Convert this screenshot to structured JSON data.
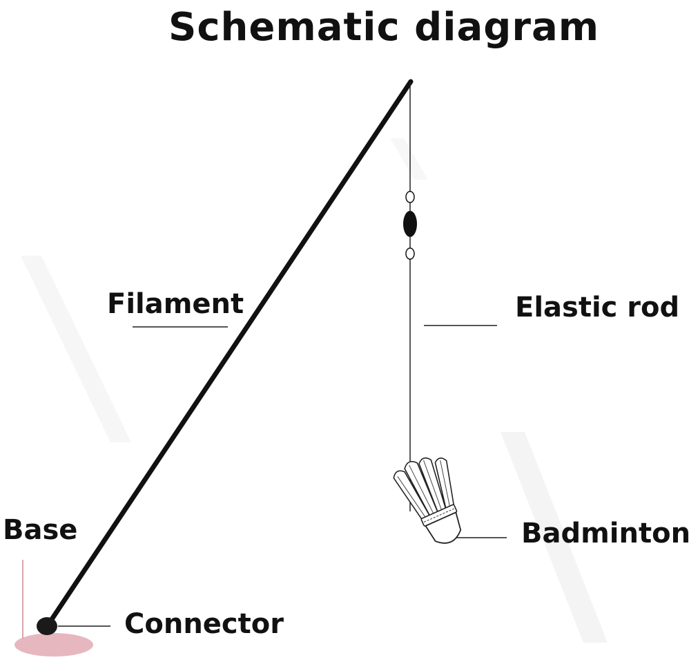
{
  "diagram": {
    "title": "Schematic diagram",
    "labels": {
      "filament": "Filament",
      "elastic_rod": "Elastic rod",
      "base": "Base",
      "badminton": "Badminton",
      "connector": "Connector"
    }
  },
  "colors": {
    "ink": "#111111",
    "base_pad": "#e7b7c0",
    "leader": "#555555"
  }
}
